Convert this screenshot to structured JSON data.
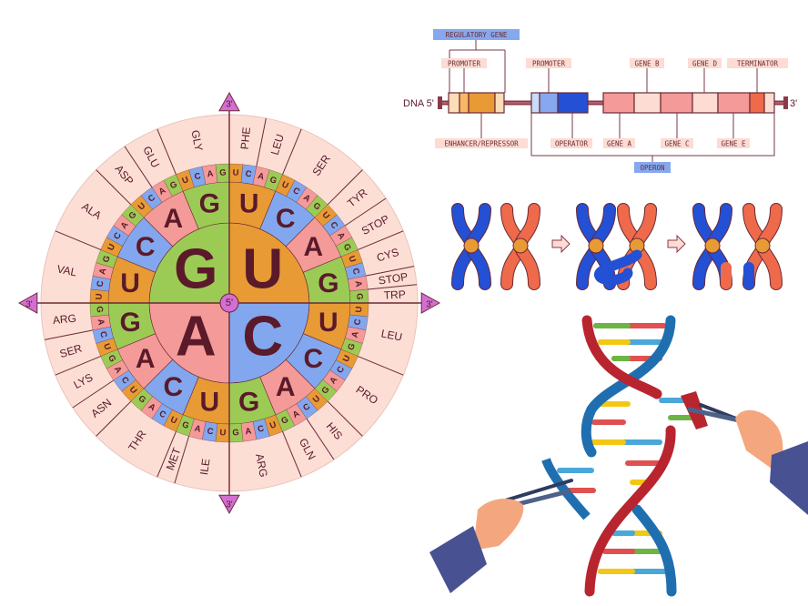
{
  "colors": {
    "U": "#E89A35",
    "C": "#82A7EE",
    "A": "#F49A98",
    "G": "#9CCB55",
    "ink": "#5A1A2A",
    "outer": "#FCDED5",
    "marker": "#D36FD3"
  },
  "wheel": {
    "center_label": "5'",
    "end_label": "3'",
    "bases": [
      "U",
      "C",
      "A",
      "G"
    ],
    "amino_acids": [
      {
        "name": "PHE",
        "start": 0,
        "end": 2
      },
      {
        "name": "LEU",
        "start": 2,
        "end": 4
      },
      {
        "name": "SER",
        "start": 4,
        "end": 8
      },
      {
        "name": "TYR",
        "start": 8,
        "end": 10
      },
      {
        "name": "STOP",
        "start": 10,
        "end": 12
      },
      {
        "name": "CYS",
        "start": 12,
        "end": 14
      },
      {
        "name": "STOP",
        "start": 14,
        "end": 15
      },
      {
        "name": "TRP",
        "start": 15,
        "end": 16
      },
      {
        "name": "LEU",
        "start": 16,
        "end": 20
      },
      {
        "name": "PRO",
        "start": 20,
        "end": 24
      },
      {
        "name": "HIS",
        "start": 24,
        "end": 26
      },
      {
        "name": "GLN",
        "start": 26,
        "end": 28
      },
      {
        "name": "ARG",
        "start": 28,
        "end": 32
      },
      {
        "name": "ILE",
        "start": 32,
        "end": 35
      },
      {
        "name": "MET",
        "start": 35,
        "end": 36
      },
      {
        "name": "THR",
        "start": 36,
        "end": 40
      },
      {
        "name": "ASN",
        "start": 40,
        "end": 42
      },
      {
        "name": "LYS",
        "start": 42,
        "end": 44
      },
      {
        "name": "SER",
        "start": 44,
        "end": 46
      },
      {
        "name": "ARG",
        "start": 46,
        "end": 48
      },
      {
        "name": "VAL",
        "start": 48,
        "end": 52
      },
      {
        "name": "ALA",
        "start": 52,
        "end": 56
      },
      {
        "name": "ASP",
        "start": 56,
        "end": 58
      },
      {
        "name": "GLU",
        "start": 58,
        "end": 60
      },
      {
        "name": "GLY",
        "start": 60,
        "end": 64
      }
    ]
  },
  "gene_diagram": {
    "dna_label": "DNA 5'",
    "end_label": "3'",
    "regulatory_gene": "REGULATORY GENE",
    "promoter_1": "PROMOTER",
    "promoter_2": "PROMOTER",
    "enhancer": "ENHANCER/REPRESSOR",
    "operator": "OPERATOR",
    "gene_a": "GENE A",
    "gene_b": "GENE B",
    "gene_c": "GENE C",
    "gene_d": "GENE D",
    "gene_e": "GENE E",
    "terminator": "TERMINATOR",
    "operon": "OPERON"
  }
}
